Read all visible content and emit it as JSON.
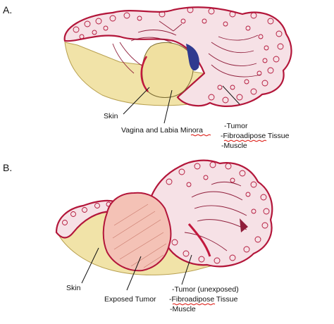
{
  "panel_a": {
    "letter": "A.",
    "labels": {
      "skin": "Skin",
      "vagina": "Vagina and Labia ",
      "vagina_underlined": "Minora",
      "tumor": "-Tumor",
      "fibro_dash": "-",
      "fibro_underlined": "Fibroadipose",
      "fibro_rest": " Tissue",
      "muscle": "-Muscle"
    }
  },
  "panel_b": {
    "letter": "B.",
    "labels": {
      "skin": "Skin",
      "exposed": "Exposed Tumor",
      "tumor": "-Tumor (unexposed)",
      "fibro_dash": "-",
      "fibro_underlined": "Fibroadipose",
      "fibro_rest": " Tissue",
      "muscle": "-Muscle"
    }
  },
  "colors": {
    "tissue_outline": "#b3163a",
    "skin_fill": "#f1e3a8",
    "exposed_tumor": "#f4c2b6",
    "spellcheck_underline": "#e0302a"
  }
}
